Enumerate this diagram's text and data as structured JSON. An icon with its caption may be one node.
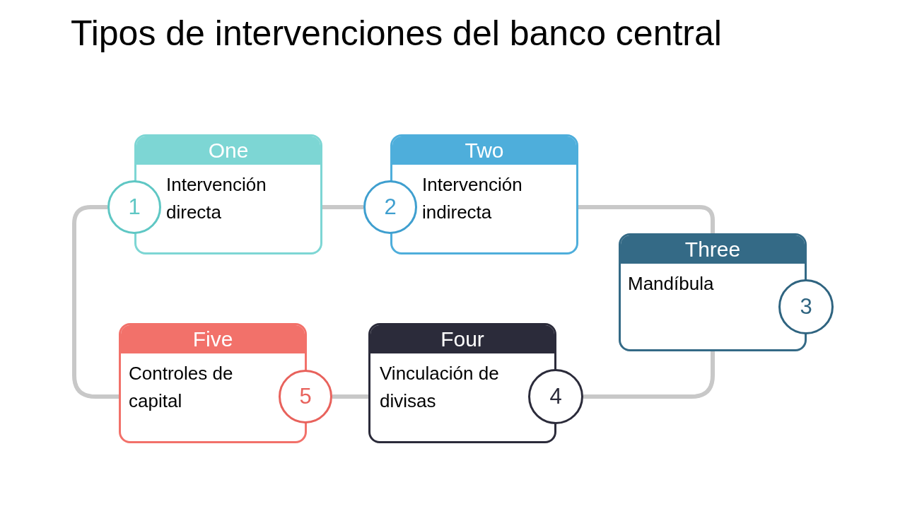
{
  "diagram": {
    "title": "Tipos de intervenciones del banco central",
    "nodes": [
      {
        "text": [
          "One",
          "Intervención directa"
        ]
      },
      {
        "text": [
          "1"
        ]
      },
      {
        "text": [
          "Two",
          "Intervención indirecta"
        ]
      },
      {
        "text": [
          "2"
        ]
      },
      {
        "text": [
          "Three",
          "Mandíbula"
        ]
      },
      {
        "text": [
          "3"
        ]
      },
      {
        "text": [
          "Four",
          "Vinculación de divisas"
        ]
      },
      {
        "text": [
          "4"
        ]
      },
      {
        "text": [
          "Five",
          "Controles de capital"
        ]
      },
      {
        "text": [
          "5"
        ]
      }
    ],
    "edges": [
      {
        "from": 0,
        "to": 3,
        "arrow": "none"
      },
      {
        "from": 2,
        "to": 4,
        "arrow": "none"
      },
      {
        "from": 4,
        "to": 7,
        "arrow": "none"
      },
      {
        "from": 6,
        "to": 9,
        "arrow": "none"
      },
      {
        "from": 8,
        "to": 1,
        "arrow": "none"
      }
    ]
  }
}
